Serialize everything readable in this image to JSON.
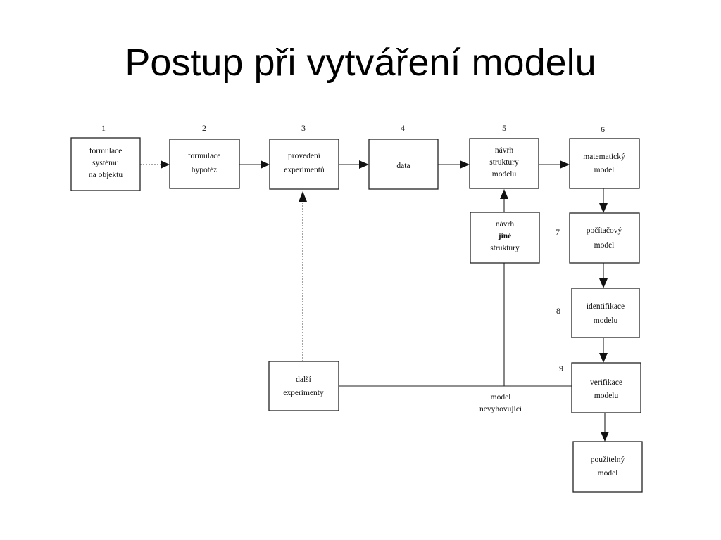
{
  "title": "Postup při vytváření modelu",
  "steps": [
    {
      "number": "1",
      "lines": [
        "formulace",
        "systému",
        "na objektu"
      ]
    },
    {
      "number": "2",
      "lines": [
        "formulace",
        "hypotéz"
      ]
    },
    {
      "number": "3",
      "lines": [
        "provedení",
        "experimentů"
      ]
    },
    {
      "number": "4",
      "lines": [
        "data"
      ]
    },
    {
      "number": "5",
      "lines": [
        "návrh",
        "struktury",
        "modelu"
      ]
    },
    {
      "number": "6",
      "lines": [
        "matematický",
        "model"
      ]
    },
    {
      "number": "7",
      "lines": [
        "počítačový",
        "model"
      ]
    },
    {
      "number": "8",
      "lines": [
        "identifikace",
        "modelu"
      ]
    },
    {
      "number": "9",
      "lines": [
        "verifikace",
        "modelu"
      ]
    }
  ],
  "extra_boxes": {
    "alt_structure": [
      "návrh",
      "jiné",
      "struktury"
    ],
    "more_experiments": [
      "další",
      "experimenty"
    ],
    "usable_model": [
      "použitelný",
      "model"
    ]
  },
  "feedback_label": [
    "model",
    "nevyhovující"
  ]
}
